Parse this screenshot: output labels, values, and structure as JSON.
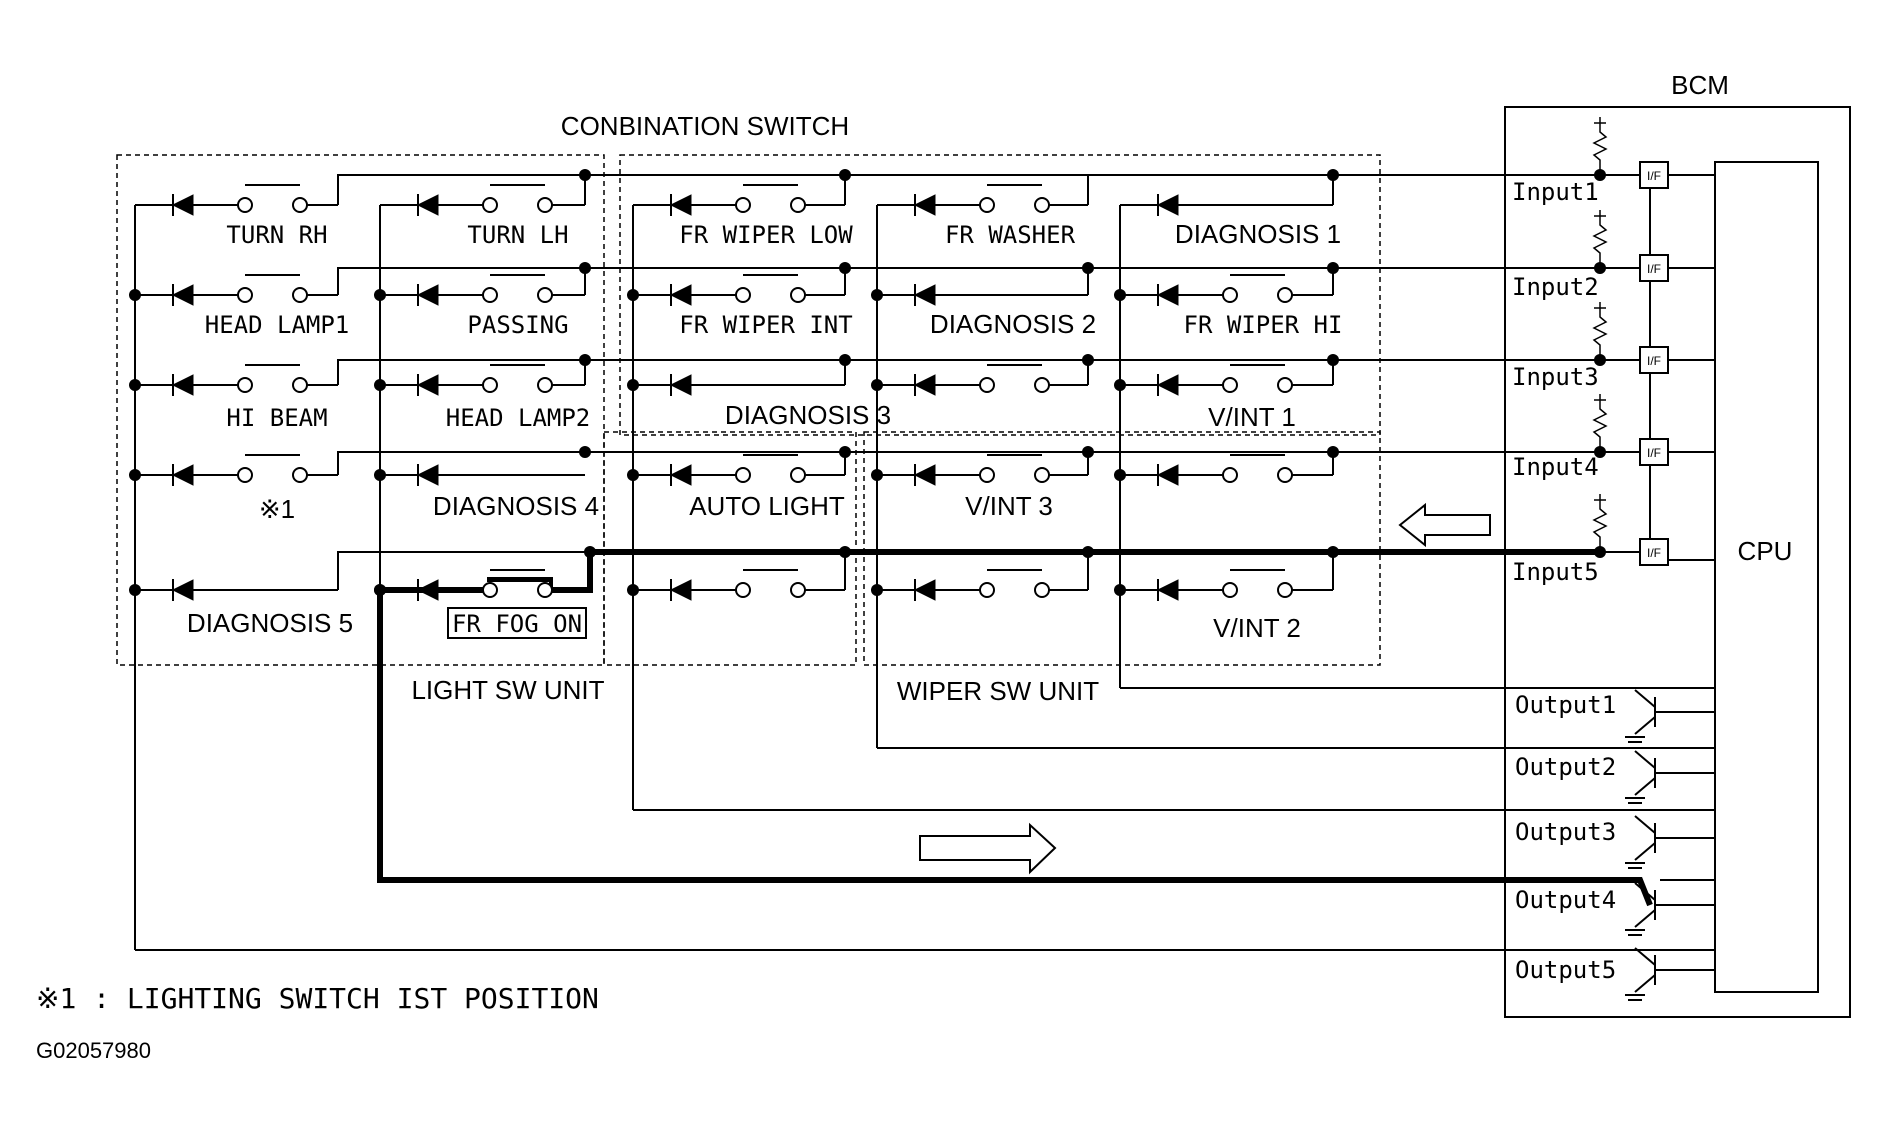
{
  "diagram": {
    "title": "CONBINATION SWITCH",
    "bcm_label": "BCM",
    "cpu_label": "CPU",
    "light_unit_label": "LIGHT SW UNIT",
    "wiper_unit_label": "WIPER SW UNIT",
    "if_label": "I/F",
    "inputs": [
      "Input1",
      "Input2",
      "Input3",
      "Input4",
      "Input5"
    ],
    "outputs": [
      "Output1",
      "Output2",
      "Output3",
      "Output4",
      "Output5"
    ],
    "switches": {
      "turn_rh": "TURN RH",
      "turn_lh": "TURN LH",
      "fr_wiper_low": "FR WIPER LOW",
      "fr_washer": "FR WASHER",
      "diagnosis_1": "DIAGNOSIS 1",
      "head_lamp1": "HEAD LAMP1",
      "passing": "PASSING",
      "fr_wiper_int": "FR WIPER INT",
      "diagnosis_2": "DIAGNOSIS 2",
      "fr_wiper_hi": "FR WIPER HI",
      "hi_beam": "HI BEAM",
      "head_lamp2": "HEAD LAMP2",
      "diagnosis_3": "DIAGNOSIS 3",
      "vint_1": "V/INT 1",
      "note_mark": "※1",
      "diagnosis_4": "DIAGNOSIS 4",
      "auto_light": "AUTO LIGHT",
      "vint_3": "V/INT 3",
      "diagnosis_5": "DIAGNOSIS 5",
      "fr_fog_on": "FR FOG ON",
      "vint_2": "V/INT 2"
    },
    "footnote": "※1 : LIGHTING SWITCH IST POSITION",
    "figure_code": "G02057980"
  }
}
